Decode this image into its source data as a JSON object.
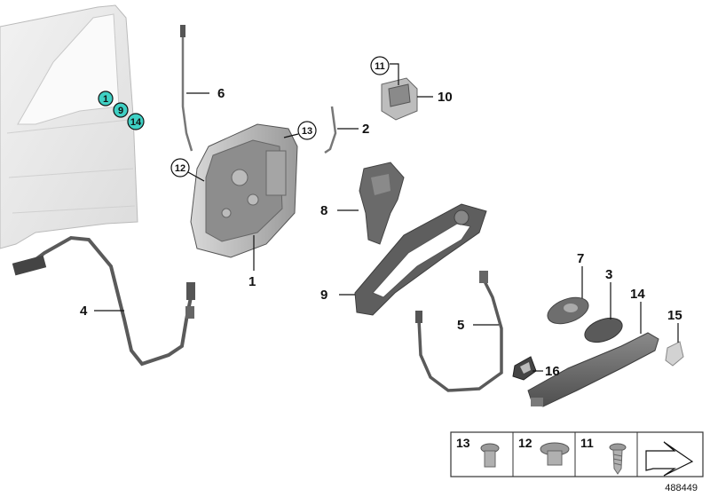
{
  "callouts": {
    "c1": "1",
    "c2": "2",
    "c3": "3",
    "c4": "4",
    "c5": "5",
    "c6": "6",
    "c7": "7",
    "c8": "8",
    "c9": "9",
    "c10": "10",
    "c14": "14",
    "c15": "15",
    "c16": "16"
  },
  "circled": {
    "k11": "11",
    "k12": "12",
    "k13": "13"
  },
  "door_markers": [
    "1",
    "9",
    "14"
  ],
  "colors": {
    "marker_fill": "#3fd0c4",
    "part_grey": "#6e6e6e"
  },
  "screw_box": {
    "items": [
      "13",
      "12",
      "11"
    ]
  },
  "drawing_number": "488449"
}
